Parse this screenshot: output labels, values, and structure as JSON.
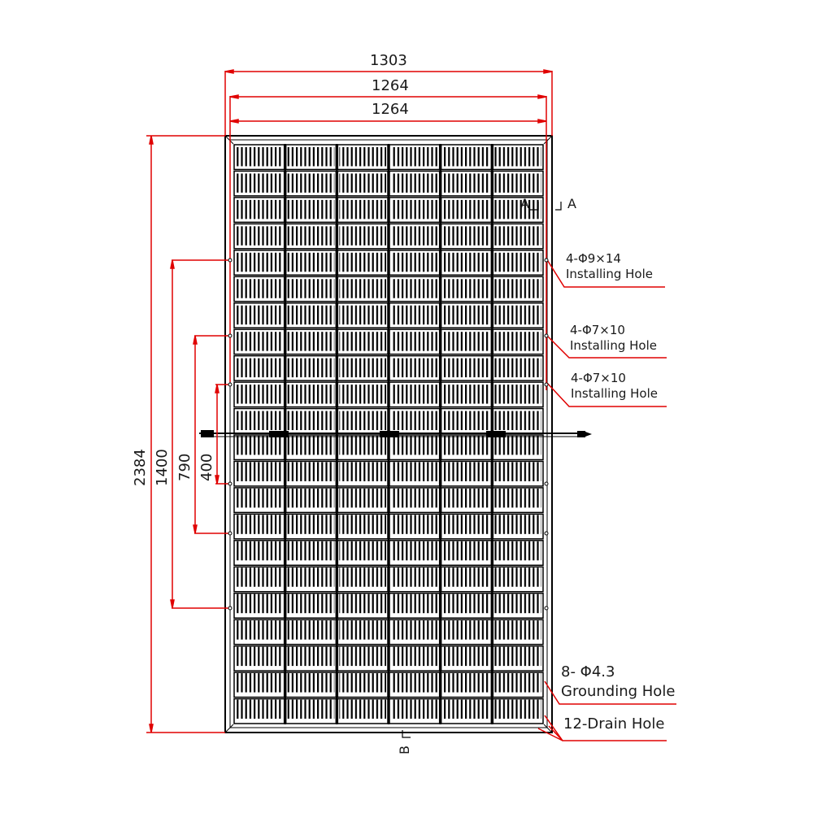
{
  "drawing": {
    "subject": "Solar module outline drawing",
    "colors": {
      "dimension_line": "#e00000",
      "outline": "#000000",
      "text": "#1a1a1a"
    },
    "panel": {
      "columns": 6,
      "rows": 22
    }
  },
  "dimensions": {
    "width_overall": "1303",
    "width_holes_outer": "1264",
    "width_holes_inner": "1264",
    "height_overall": "2384",
    "hole_spacing_1": "1400",
    "hole_spacing_2": "790",
    "hole_spacing_3": "400"
  },
  "section_marks": {
    "a_left": "A",
    "a_right": "A",
    "b": "B"
  },
  "callouts": [
    {
      "spec": "4-Φ9×14",
      "label": "Installing Hole"
    },
    {
      "spec": "4-Φ7×10",
      "label": "Installing Hole"
    },
    {
      "spec": "4-Φ7×10",
      "label": "Installing Hole"
    },
    {
      "spec": "8- Φ4.3",
      "label": "Grounding Hole"
    },
    {
      "spec": "12-Drain Hole",
      "label": ""
    }
  ]
}
